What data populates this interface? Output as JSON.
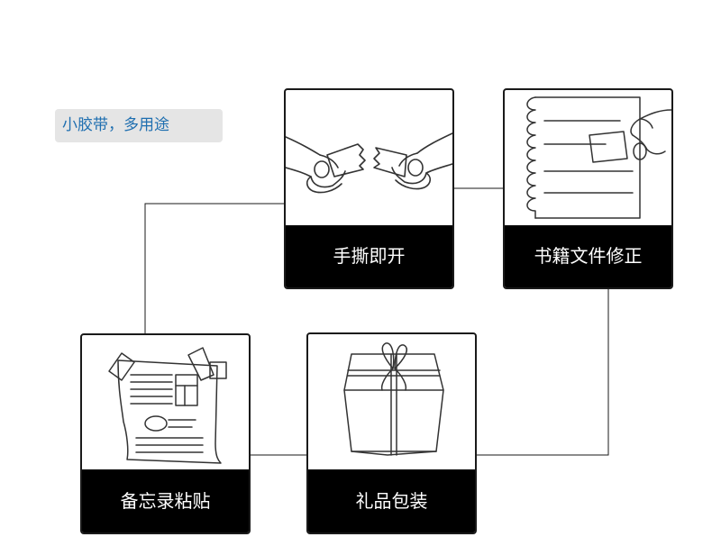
{
  "tag": {
    "text": "小胶带，多用途"
  },
  "cards": [
    {
      "label": "手撕即开",
      "icon": "tearing-tape-icon"
    },
    {
      "label": "书籍文件修正",
      "icon": "page-repair-icon"
    },
    {
      "label": "备忘录粘贴",
      "icon": "memo-note-icon"
    },
    {
      "label": "礼品包装",
      "icon": "gift-box-icon"
    }
  ],
  "colors": {
    "tag_text": "#1f6fb0",
    "tag_bg": "#e5e5e5",
    "label_bg": "#000000",
    "line": "#1a1a1a"
  }
}
